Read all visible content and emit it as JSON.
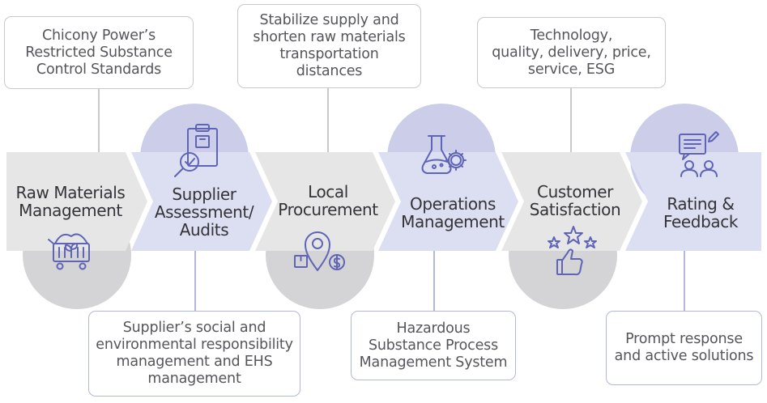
{
  "stages": [
    {
      "title": "Raw Materials\nManagement",
      "icon": "cart-sprout-icon"
    },
    {
      "title": "Supplier\nAssessment/\nAudits",
      "icon": "clipboard-magnifier-icon"
    },
    {
      "title": "Local\nProcurement",
      "icon": "location-pin-dollar-icon"
    },
    {
      "title": "Operations\nManagement",
      "icon": "flask-gear-icon"
    },
    {
      "title": "Customer\nSatisfaction",
      "icon": "stars-thumbs-up-icon"
    },
    {
      "title": "Rating &\nFeedback",
      "icon": "feedback-people-icon"
    }
  ],
  "notes": {
    "raw_materials": "Chicony Power’s\nRestricted Substance\nControl Standards",
    "supplier_assessment": "Supplier’s social and\nenvironmental responsibility\nmanagement and EHS\nmanagement",
    "local_procurement": "Stabilize supply and\nshorten raw materials\ntransportation\ndistances",
    "operations": "Hazardous\nSubstance Process\nManagement System",
    "customer_satisfaction": "Technology,\nquality, delivery, price,\nservice, ESG",
    "rating_feedback": "Prompt response\nand active solutions"
  },
  "colors": {
    "gray_stage": "#e6e6e7",
    "gray_circle": "#d4d4d6",
    "purple_stage": "#dcdef1",
    "purple_circle": "#cbcde9",
    "icon_stroke": "#5f64b6",
    "connector_gray": "#c9c9cc",
    "connector_purple": "#b3b7de"
  }
}
